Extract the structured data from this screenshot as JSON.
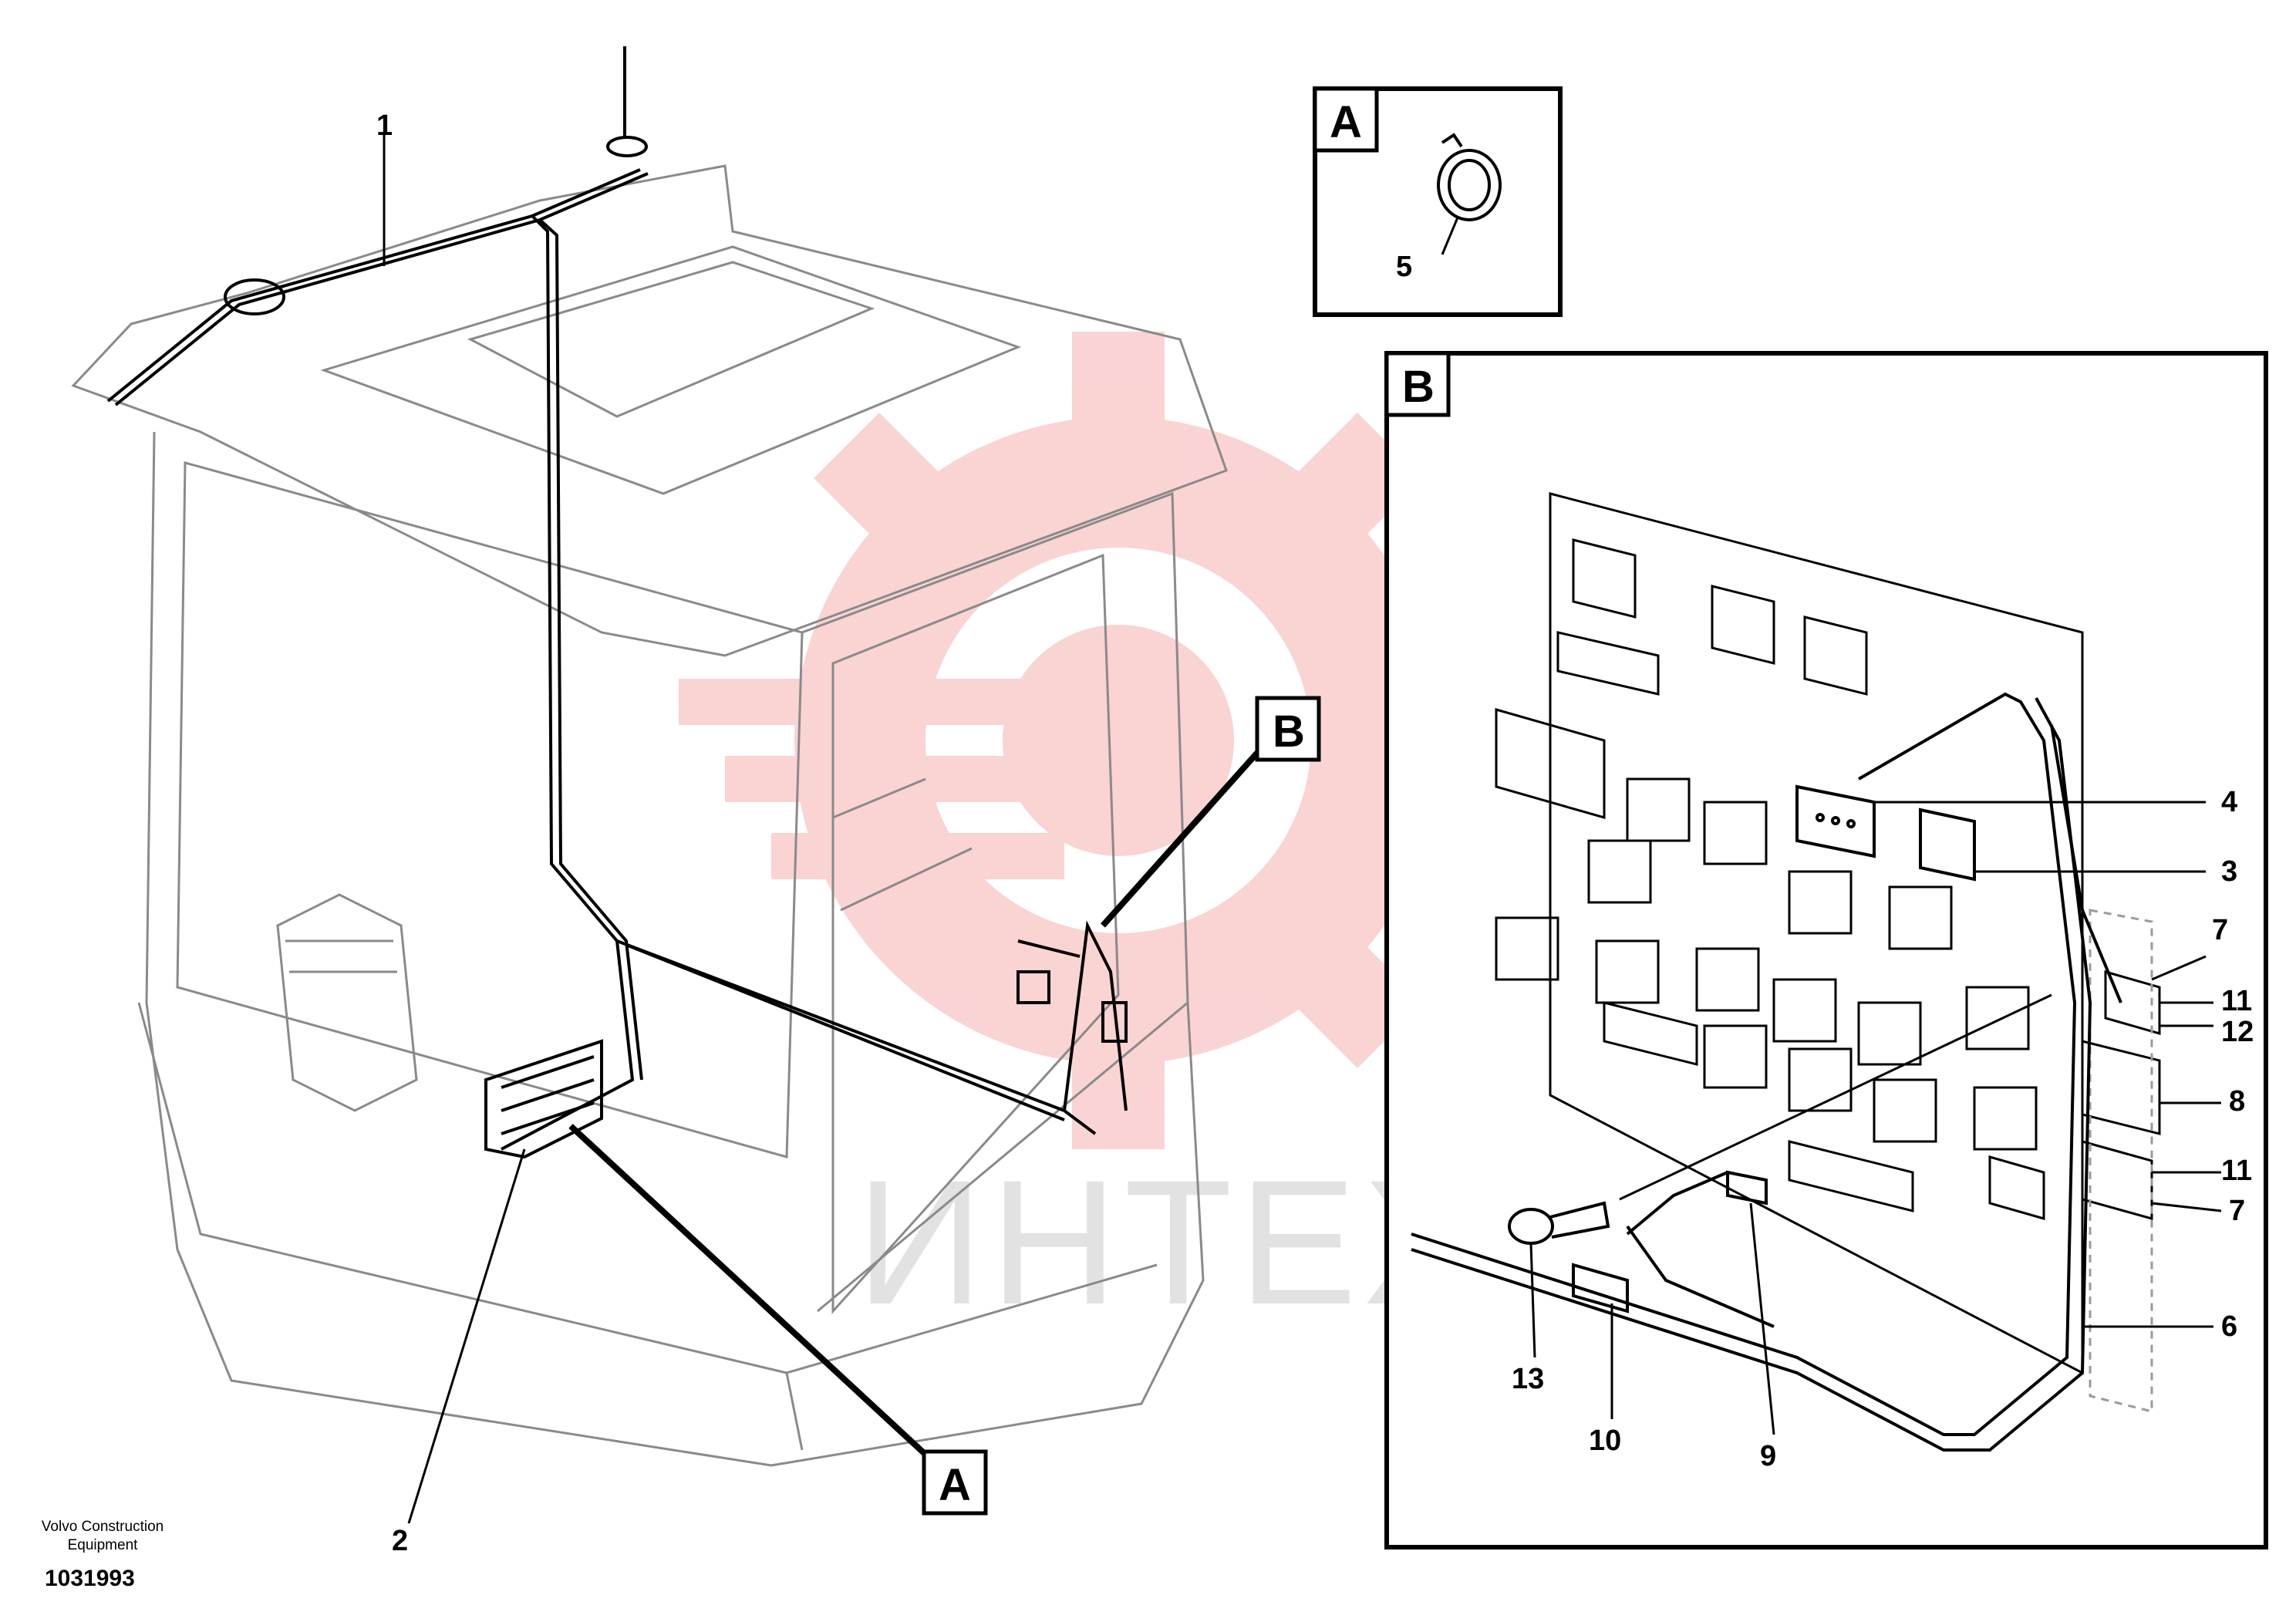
{
  "credit_line1": "Volvo Construction",
  "credit_line2": "Equipment",
  "drawing_number": "1031993",
  "watermark": "ИНТЕХ",
  "detail_boxes": [
    {
      "id": "A",
      "label": "A"
    },
    {
      "id": "B",
      "label": "B"
    }
  ],
  "main_view": {
    "callouts": [
      {
        "id": "c1",
        "label": "1"
      },
      {
        "id": "c2",
        "label": "2"
      },
      {
        "id": "flagA",
        "label": "A"
      },
      {
        "id": "flagB",
        "label": "B"
      }
    ]
  },
  "detail_a": {
    "callouts": [
      {
        "id": "a5",
        "label": "5"
      }
    ]
  },
  "detail_b": {
    "callouts": [
      {
        "id": "b4",
        "label": "4"
      },
      {
        "id": "b3",
        "label": "3"
      },
      {
        "id": "b7a",
        "label": "7"
      },
      {
        "id": "b11a",
        "label": "11"
      },
      {
        "id": "b12",
        "label": "12"
      },
      {
        "id": "b8",
        "label": "8"
      },
      {
        "id": "b11b",
        "label": "11"
      },
      {
        "id": "b7b",
        "label": "7"
      },
      {
        "id": "b6",
        "label": "6"
      },
      {
        "id": "b13",
        "label": "13"
      },
      {
        "id": "b10",
        "label": "10"
      },
      {
        "id": "b9",
        "label": "9"
      }
    ]
  },
  "colors": {
    "line": "#000000",
    "faint": "#9a9a9a",
    "watermark_red": "#f4a0a0"
  }
}
